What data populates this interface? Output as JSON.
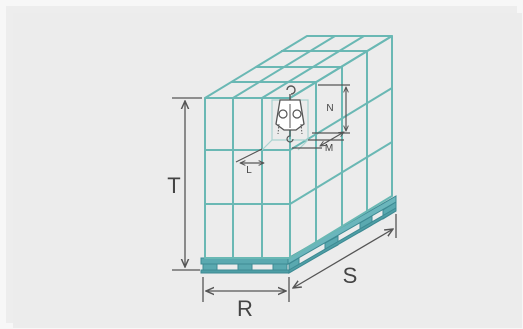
{
  "diagram": {
    "colors": {
      "cage": "#6ab8b4",
      "pallet_fill": "#5aa9b0",
      "pallet_stroke": "#3d8a93",
      "dimension_line": "#555555",
      "label": "#444444",
      "background": "#ececec"
    },
    "labels": {
      "height": "T",
      "width": "R",
      "depth": "S",
      "content_height": "N",
      "content_width": "M",
      "content_depth": "L"
    },
    "icons": {
      "content": "chain-hoist-icon"
    }
  }
}
